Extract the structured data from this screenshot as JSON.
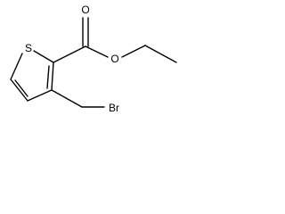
{
  "molecule": {
    "atoms": {
      "sulfur": "S",
      "carbonyl_oxygen": "O",
      "ester_oxygen": "O",
      "bromine": "Br"
    }
  }
}
